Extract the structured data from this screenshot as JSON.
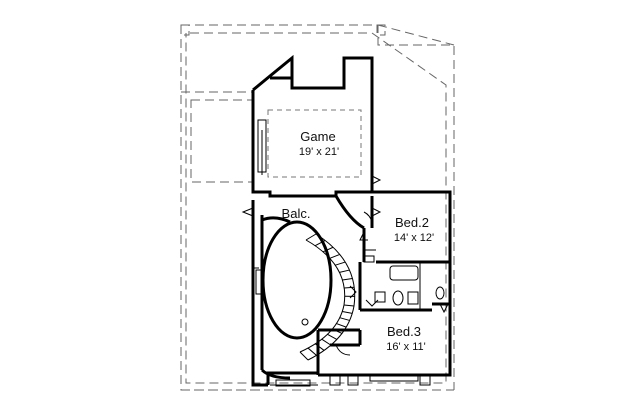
{
  "rooms": {
    "game": {
      "name": "Game",
      "dims": "19' x 21'"
    },
    "balcony": {
      "name": "Balc."
    },
    "bed2": {
      "name": "Bed.2",
      "dims": "14' x 12'"
    },
    "bed3": {
      "name": "Bed.3",
      "dims": "16' x 11'"
    }
  }
}
